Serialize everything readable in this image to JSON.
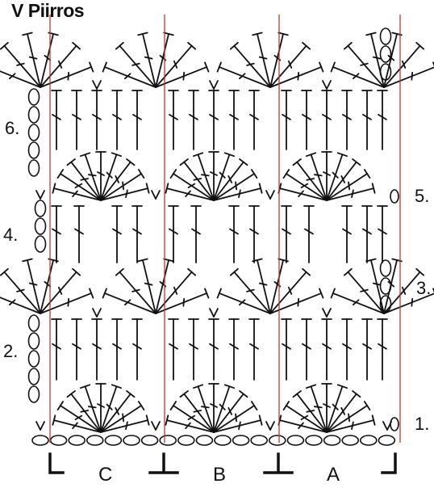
{
  "title": "V Piirros",
  "row_labels": [
    {
      "key": "r1",
      "text": "1."
    },
    {
      "key": "r2",
      "text": "2."
    },
    {
      "key": "r3",
      "text": "3."
    },
    {
      "key": "r4",
      "text": "4."
    },
    {
      "key": "r5",
      "text": "5."
    },
    {
      "key": "r6",
      "text": "6."
    }
  ],
  "repeat_labels": [
    {
      "key": "c",
      "text": "C"
    },
    {
      "key": "b",
      "text": "B"
    },
    {
      "key": "a",
      "text": "A"
    }
  ],
  "colors": {
    "ink": "#111111",
    "repeat_line": "#c0392b"
  }
}
